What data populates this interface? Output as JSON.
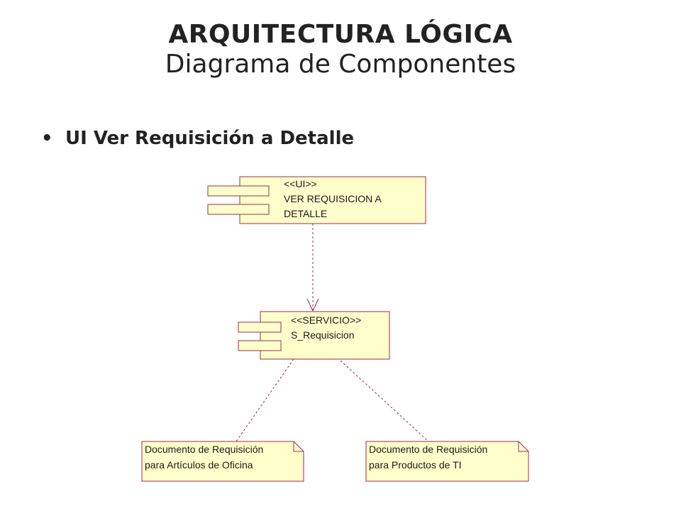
{
  "title": "ARQUITECTURA LÓGICA",
  "subtitle": "Diagrama de Componentes",
  "bullet": {
    "symbol": "•",
    "text": "UI Ver Requisición a Detalle"
  },
  "diagram": {
    "colors": {
      "box_fill": "#FFFFCC",
      "box_stroke": "#9B2D4A",
      "connector": "#9B2D4A"
    },
    "ui_component": {
      "stereotype": "<<UI>>",
      "name_line1": "VER REQUISICION A",
      "name_line2": "DETALLE"
    },
    "service_component": {
      "stereotype": "<<SERVICIO>>",
      "name": "S_Requisicion"
    },
    "notes": [
      {
        "line1": "Documento de Requisición",
        "line2": "para Artículos de Oficina"
      },
      {
        "line1": "Documento de Requisición",
        "line2": "para Productos de TI"
      }
    ]
  }
}
